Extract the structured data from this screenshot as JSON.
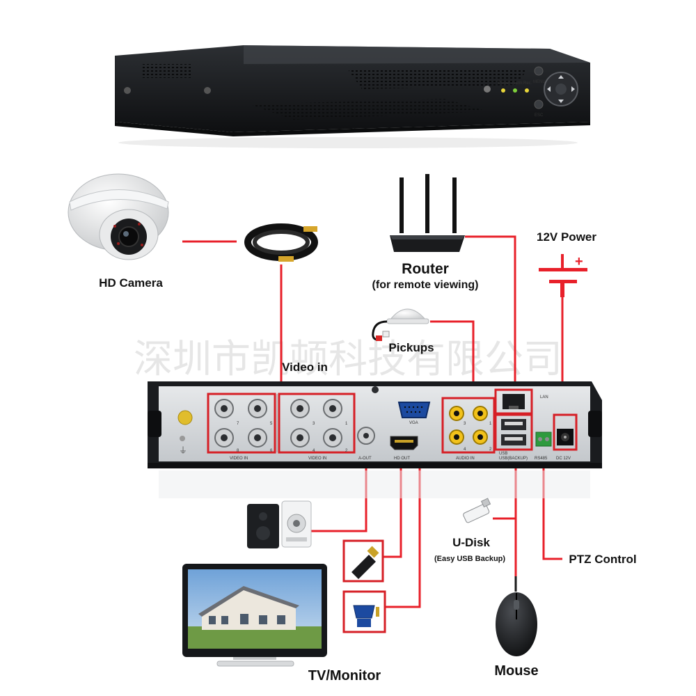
{
  "labels": {
    "hd_camera": "HD Camera",
    "video_in": "Video in",
    "router": "Router",
    "router_sub": "(for remote viewing)",
    "power": "12V Power",
    "pickups": "Pickups",
    "udisk": "U-Disk",
    "udisk_sub": "(Easy USB Backup)",
    "ptz": "PTZ Control",
    "monitor": "TV/Monitor",
    "mouse": "Mouse"
  },
  "watermark": "深圳市凯顿科技有限公司",
  "dvr_front": {
    "power": "Power",
    "alarm": "Alarm",
    "rec": "Rec.",
    "menu": "MENU",
    "esc": "ESC"
  },
  "dvr_rear": {
    "video_in_left": "VIDEO IN",
    "video_in_right": "VIDEO IN",
    "a_out": "A-OUT",
    "hd_out": "HD OUT",
    "vga": "VGA",
    "audio_in": "AUDIO IN",
    "lan": "LAN",
    "usb_mouse": "USB",
    "usb_backup": "USB(BACKUP)",
    "rs485": "RS485",
    "dc12v": "DC 12V",
    "bnc_left_top": [
      "7",
      "5"
    ],
    "bnc_left_bottom": [
      "8",
      "6"
    ],
    "bnc_right_top": [
      "3",
      "1"
    ],
    "bnc_right_bottom": [
      "4",
      "2"
    ],
    "audio_top": [
      "3",
      "1"
    ],
    "audio_bottom": [
      "4",
      "2"
    ]
  },
  "colors": {
    "wire": "#e8202a",
    "dvr_body": "#1d1f22",
    "panel": "#d7dadd",
    "audio_ring": "#f2c21b"
  }
}
